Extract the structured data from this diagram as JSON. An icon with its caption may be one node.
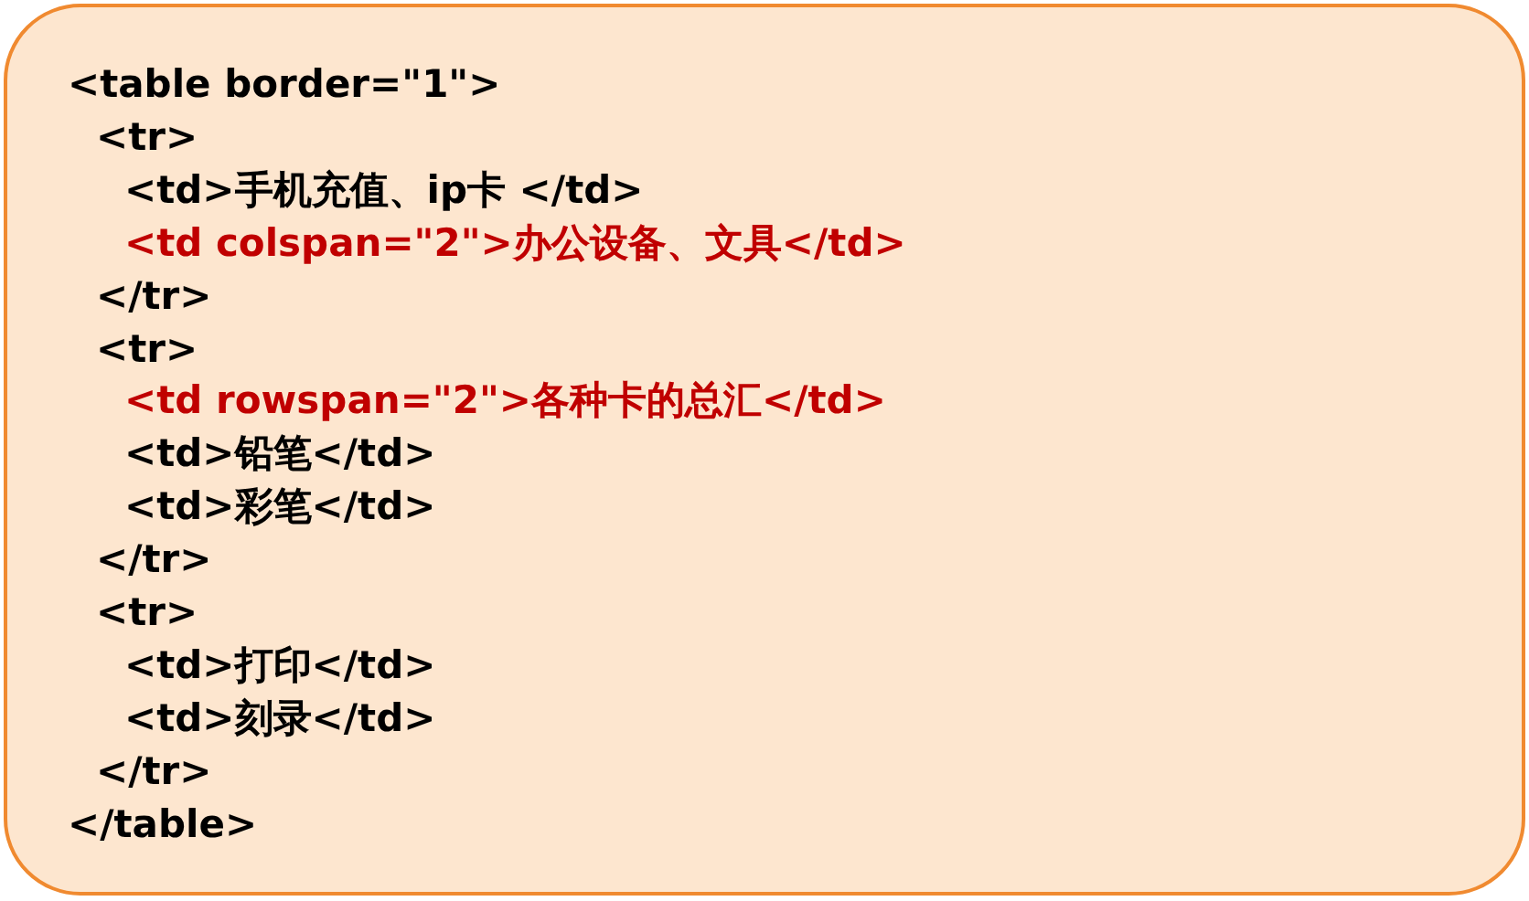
{
  "diagram": {
    "nodes": [
      {
        "text": [
          "<table border=\"1\">",
          "<tr>",
          "<td>手机充值、ip卡 </td>",
          "<td colspan=\"2\">办公设备、文具</td>",
          "</tr>",
          "<tr>",
          "<td rowspan=\"2\">各种卡的总汇</td>",
          "<td>铅笔</td>",
          "<td>彩笔</td>",
          "</tr>",
          "<tr>",
          "<td>打印</td>",
          "<td>刻录</td>",
          "</tr>",
          "</table>"
        ]
      }
    ]
  }
}
